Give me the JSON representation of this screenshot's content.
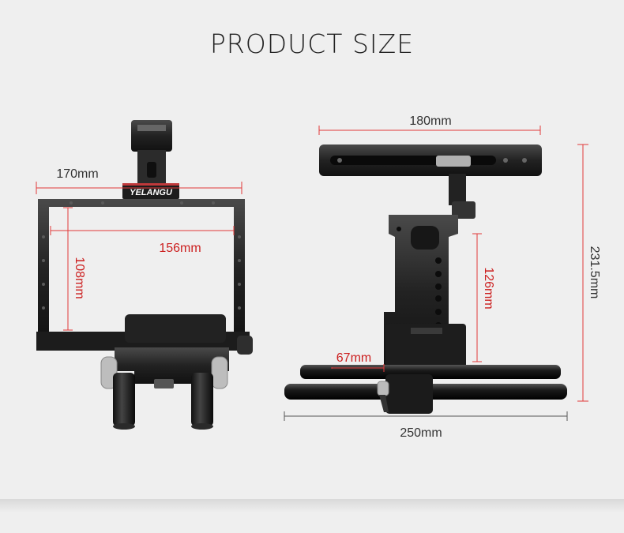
{
  "title": "PRODUCT SIZE",
  "brand": "YELANGU",
  "colors": {
    "dimension_red": "#e23a3a",
    "dimension_dark": "#555555",
    "metal": "#2a2a2a",
    "background": "#efefef"
  },
  "front_view": {
    "width_label": "170mm",
    "inner_width_label": "156mm",
    "inner_height_label": "108mm"
  },
  "side_view": {
    "handle_label": "180mm",
    "height_label": "231.5mm",
    "plate_height_label": "126mm",
    "rod_offset_label": "67mm",
    "rod_length_label": "250mm"
  }
}
